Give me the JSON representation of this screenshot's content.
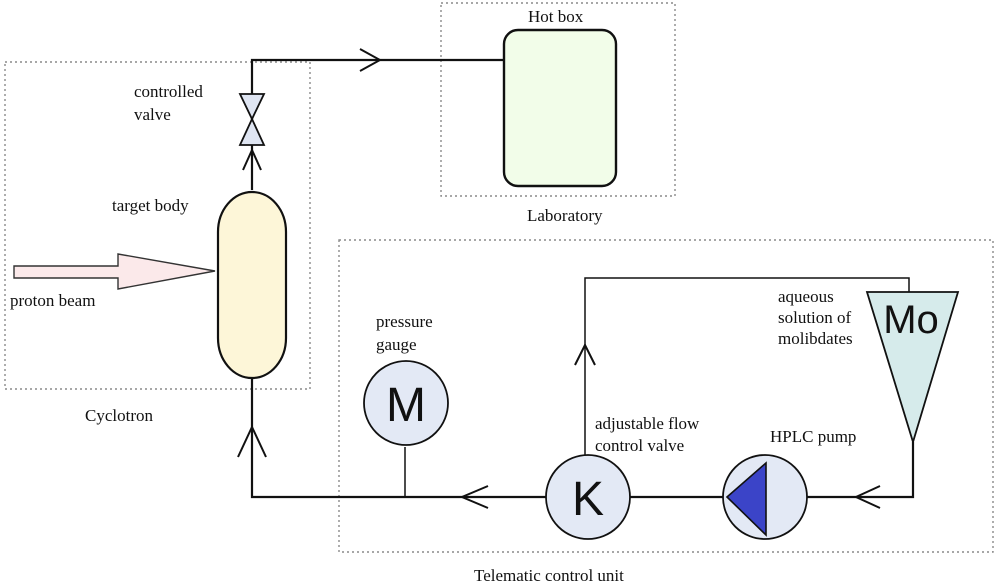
{
  "diagram": {
    "groups": {
      "cyclotron": "Cyclotron",
      "laboratory": "Laboratory",
      "telematic": "Telematic control unit"
    },
    "components": {
      "hot_box": "Hot box",
      "controlled_valve_line1": "controlled",
      "controlled_valve_line2": "valve",
      "target_body": "target body",
      "proton_beam": "proton beam",
      "pressure_gauge_line1": "pressure",
      "pressure_gauge_line2": "gauge",
      "pressure_gauge_symbol": "M",
      "flow_valve_line1": "adjustable flow",
      "flow_valve_line2": "control valve",
      "flow_valve_symbol": "K",
      "hplc_pump": "HPLC pump",
      "solution_line1": "aqueous",
      "solution_line2": "solution of",
      "solution_line3": "molibdates",
      "solution_symbol": "Mo"
    },
    "colors": {
      "hot_box_fill": "#f2fde9",
      "target_body_fill": "#fdf6d8",
      "proton_beam_fill": "#fbe9ea",
      "instrument_fill": "#e3e9f5",
      "pump_triangle_fill": "#3b44c8",
      "reservoir_fill": "#d6ebeb",
      "valve_fill": "#dfe5f2"
    }
  }
}
